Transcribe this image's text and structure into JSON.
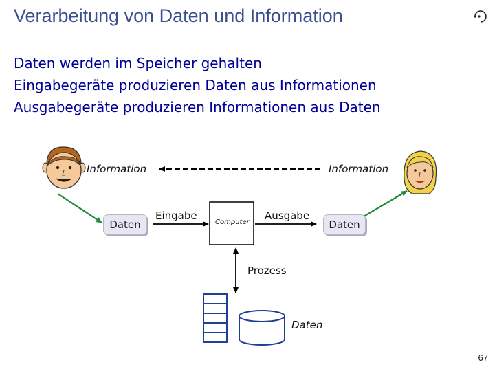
{
  "slide": {
    "title": "Verarbeitung von Daten und Information",
    "bullets": [
      "Daten werden im Speicher gehalten",
      "Eingabegeräte produzieren Daten aus Informationen",
      "Ausgabegeräte produzieren Informationen aus Daten"
    ],
    "page_number": "67"
  },
  "diagram": {
    "info_left": "Information",
    "info_right": "Information",
    "data_left": "Daten",
    "data_right": "Daten",
    "input_label": "Eingabe",
    "output_label": "Ausgabe",
    "computer_label": "Computer",
    "process_label": "Prozess",
    "storage_label": "Daten"
  },
  "colors": {
    "title": "#3a4f8f",
    "bullet_text": "#000099",
    "arrow_green": "#1f8a3a",
    "face_skin": "#f5c99a",
    "face_hair_man": "#b5651d",
    "face_hair_woman": "#f2d24b",
    "storage_blue": "#1f3f99"
  },
  "icons": [
    "eye-logo-icon",
    "man-face-icon",
    "woman-face-icon",
    "data-cylinder-icon",
    "memory-stack-icon"
  ]
}
